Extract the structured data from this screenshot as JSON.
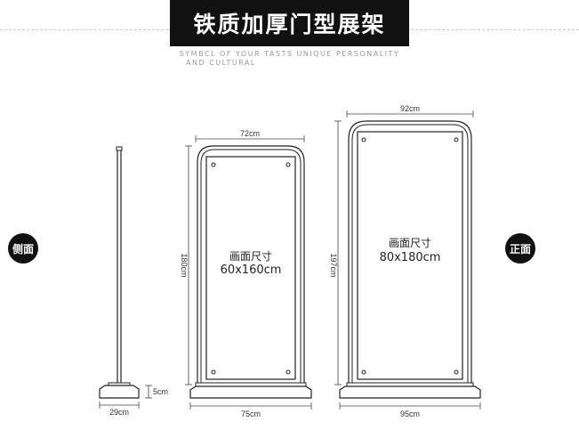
{
  "header": {
    "title": "铁质加厚门型展架",
    "subtitle_line1": "SYMBCL OF YOUR TASTS UNIQUE PERSONALITY",
    "subtitle_line2": "AND CULTURAL"
  },
  "badges": {
    "side_view": "侧面",
    "front_view": "正面"
  },
  "side_stand": {
    "base_width": "29cm",
    "base_height": "5cm"
  },
  "small_stand": {
    "top_width": "72cm",
    "height": "180cm",
    "base_width": "75cm",
    "screen_label": "画面尺寸",
    "screen_size": "60x160cm"
  },
  "large_stand": {
    "top_width": "92cm",
    "height": "197cm",
    "base_width": "95cm",
    "screen_label": "画面尺寸",
    "screen_size": "80x180cm"
  },
  "colors": {
    "banner_bg": "#111111",
    "frame_stroke": "#222222"
  }
}
